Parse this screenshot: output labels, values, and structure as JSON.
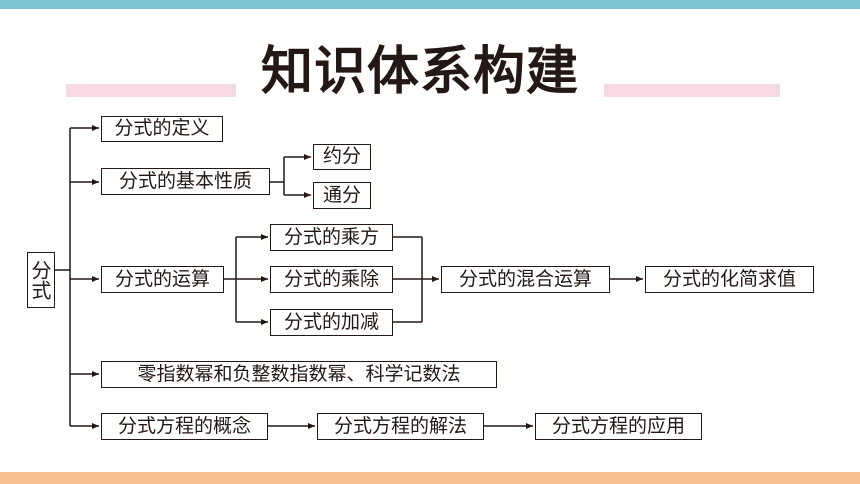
{
  "title": "知识体系构建",
  "root": "分式",
  "nodes": {
    "definition": "分式的定义",
    "basic_property": "分式的基本性质",
    "reduce": "约分",
    "common_denominator": "通分",
    "operations": "分式的运算",
    "power": "分式的乘方",
    "multiply_divide": "分式的乘除",
    "add_subtract": "分式的加减",
    "mixed_operations": "分式的混合运算",
    "simplify_evaluate": "分式的化简求值",
    "exponents": "零指数幂和负整数指数幂、科学记数法",
    "equation_concept": "分式方程的概念",
    "equation_solving": "分式方程的解法",
    "equation_application": "分式方程的应用"
  },
  "colors": {
    "top_bar": "#7ec3d4",
    "bottom_bar": "#f6c08e",
    "title_band": "#f6d9e2",
    "line": "#231815"
  }
}
